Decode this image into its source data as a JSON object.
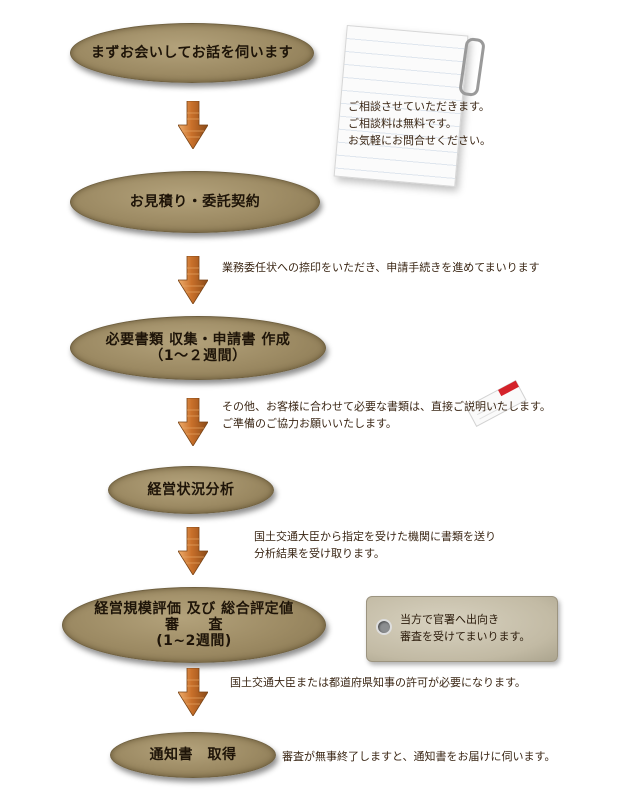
{
  "steps": [
    {
      "text": "まずお会いしてお話を伺います"
    },
    {
      "text": "お見積り・委託契約"
    },
    {
      "line1": "必要書類 収集・申請書 作成",
      "line2": "（1～２週間）"
    },
    {
      "text": "経営状況分析"
    },
    {
      "line1": "経営規模評価 及び 総合評定値",
      "line2": "審　　査",
      "line3": "(1~2週間)"
    },
    {
      "text": "通知書　取得"
    }
  ],
  "notes": {
    "consult": [
      "ご相談させていただきます。",
      "ご相談料は無料です。",
      "お気軽にお問合せください。"
    ],
    "contract": "業務委任状への捺印をいただき、申請手続きを進めてまいります",
    "documents": [
      "その他、お客様に合わせて必要な書類は、直接ご説明いたします。",
      "ご準備のご協力お願いいたします。"
    ],
    "analysis": [
      "国土交通大臣から指定を受けた機関に書類を送り",
      "分析結果を受け取ります。"
    ],
    "tag": [
      "当方で官署へ出向き",
      "審査を受けてまいります。"
    ],
    "permit": "国土交通大臣または都道府県知事の許可が必要になります。",
    "notice": "審査が無事終了しますと、通知書をお届けに伺います。"
  }
}
